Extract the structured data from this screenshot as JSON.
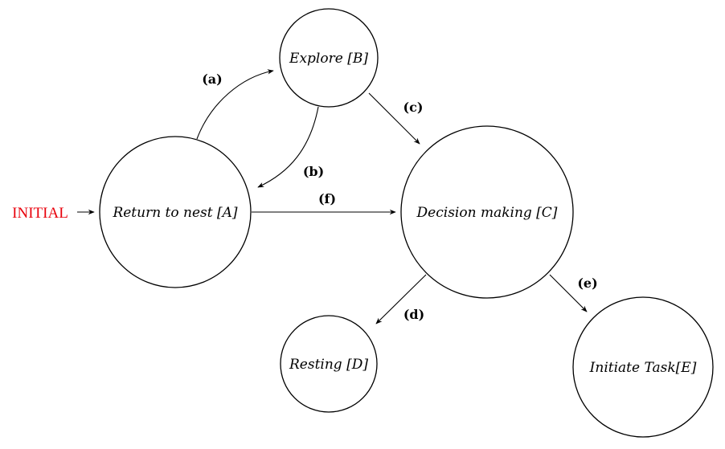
{
  "initial": {
    "label": "INITIAL",
    "color": "#e8000b"
  },
  "nodes": {
    "a": {
      "label": "Return to nest [A]"
    },
    "b": {
      "label": "Explore [B]"
    },
    "c": {
      "label": "Decision making [C]"
    },
    "d": {
      "label": "Resting [D]"
    },
    "e": {
      "label": "Initiate Task[E]"
    }
  },
  "edges": {
    "a": {
      "label": "(a)",
      "from": "Return to nest [A]",
      "to": "Explore [B]"
    },
    "b": {
      "label": "(b)",
      "from": "Explore [B]",
      "to": "Return to nest [A]"
    },
    "c": {
      "label": "(c)",
      "from": "Explore [B]",
      "to": "Decision making [C]"
    },
    "d": {
      "label": "(d)",
      "from": "Decision making [C]",
      "to": "Resting [D]"
    },
    "e": {
      "label": "(e)",
      "from": "Decision making [C]",
      "to": "Initiate Task[E]"
    },
    "f": {
      "label": "(f)",
      "from": "Return to nest [A]",
      "to": "Decision making [C]"
    }
  }
}
